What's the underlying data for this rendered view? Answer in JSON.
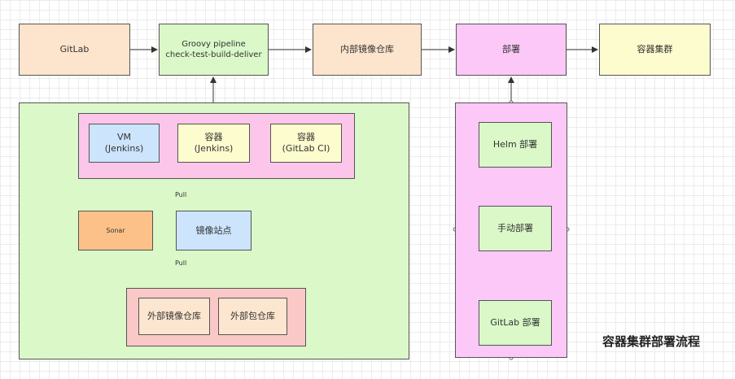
{
  "top_row": {
    "gitlab": "GitLab",
    "pipeline": "Groovy pipeline\ncheck-test-build-deliver",
    "registry": "内部镜像仓库",
    "deploy": "部署",
    "cluster": "容器集群"
  },
  "build": {
    "vm": "VM\n(Jenkins)",
    "container_jenkins": "容器\n(Jenkins)",
    "container_gitlab": "容器\n(GitLab CI)",
    "sonar": "Sonar",
    "mirror": "镜像站点",
    "pull_top": "Pull",
    "pull_bottom": "Pull",
    "external_image_repo": "外部镜像仓库",
    "external_package_repo": "外部包仓库"
  },
  "deploy_methods": {
    "helm": "Helm 部署",
    "manual": "手动部署",
    "gitlab": "GitLab 部署"
  },
  "title": "容器集群部署流程"
}
